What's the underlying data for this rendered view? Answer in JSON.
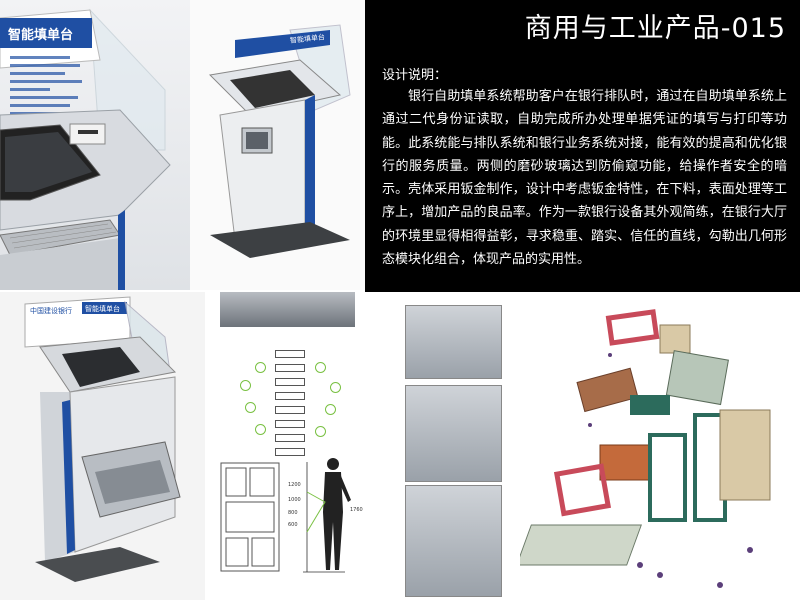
{
  "header": {
    "title": "商用与工业产品-015"
  },
  "description": {
    "label": "设计说明：",
    "body": "银行自助填单系统帮助客户在银行排队时，通过在自助填单系统上通过二代身份证读取，自助完成所办处理单据凭证的填写与打印等功能。此系统能与排队系统和银行业务系统对接，能有效的提高和优化银行的服务质量。两侧的磨砂玻璃达到防偷窥功能，给操作者安全的暗示。壳体采用钣金制作，设计中考虑钣金特性，在下料，表面处理等工序上，增加产品的良品率。作为一款银行设备其外观简练，在银行大厅的环境里显得相得益彰，寻求稳重、踏实、信任的直线，勾勒出几何形态模块化组合，体现产品的实用性。"
  },
  "hero": {
    "kiosk_sign": "智能填单台",
    "small_sign": "智能填单台"
  },
  "side_view": {
    "bank_logo": "中国建设银行",
    "kiosk_sign": "智能填单台"
  },
  "diagram": {
    "height_labels": [
      "1200",
      "1000",
      "800",
      "600"
    ],
    "total_height": "1760"
  },
  "colors": {
    "panel_bg": "#000000",
    "panel_text": "#ffffff",
    "accent_blue": "#1f4fa3",
    "flow_green": "#7ac143"
  }
}
